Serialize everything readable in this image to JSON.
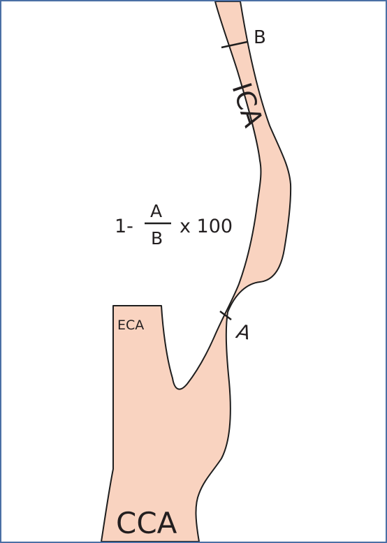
{
  "diagram": {
    "labels": {
      "measure_b": "B",
      "ica": "ICA",
      "measure_a": "A",
      "eca": "ECA",
      "cca": "CCA"
    },
    "formula": {
      "prefix": "1-",
      "numerator": "A",
      "denominator": "B",
      "suffix": "x 100"
    },
    "colors": {
      "vessel_fill": "#f9d3c0",
      "vessel_stroke": "#1e1e1e",
      "frame_border": "#4a6fa5"
    }
  }
}
